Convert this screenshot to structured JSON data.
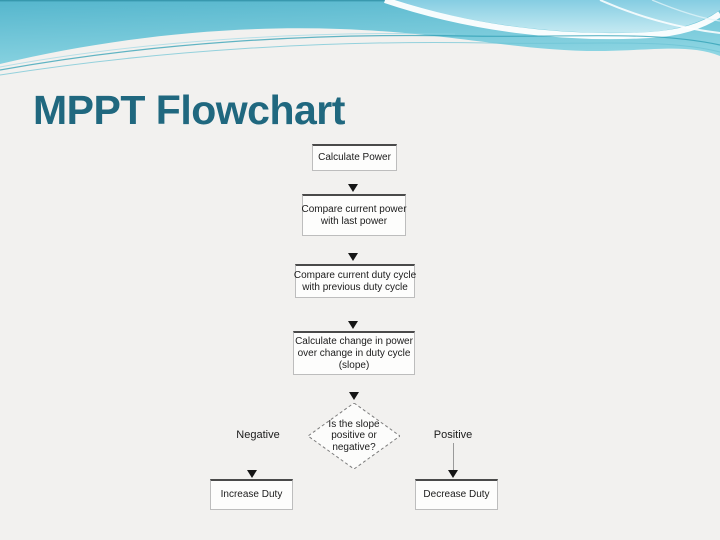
{
  "title": "MPPT Flowchart",
  "flowchart": {
    "nodes": [
      {
        "id": "calculate-power",
        "type": "process",
        "label": "Calculate Power",
        "lines": [
          "Calculate Power"
        ]
      },
      {
        "id": "compare-power",
        "type": "process",
        "label": "Compare current power with last power",
        "lines": [
          "Compare current power",
          "with last power"
        ]
      },
      {
        "id": "compare-duty-cycle",
        "type": "process",
        "label": "Compare current duty cycle with previous duty cycle",
        "lines": [
          "Compare current duty cycle",
          "with previous duty cycle"
        ]
      },
      {
        "id": "calculate-slope",
        "type": "process",
        "label": "Calculate change in power over change in duty cycle (slope)",
        "lines": [
          "Calculate change in power",
          "over change in duty cycle",
          "(slope)"
        ]
      },
      {
        "id": "slope-decision",
        "type": "decision",
        "label": "Is the slope positive or negative?",
        "lines": [
          "Is the slope",
          "positive or",
          "negative?"
        ]
      },
      {
        "id": "increase-duty",
        "type": "process",
        "label": "Increase Duty",
        "lines": [
          "Increase Duty"
        ]
      },
      {
        "id": "decrease-duty",
        "type": "process",
        "label": "Decrease Duty",
        "lines": [
          "Decrease Duty"
        ]
      }
    ],
    "edge_labels": {
      "negative": "Negative",
      "positive": "Positive"
    }
  },
  "icons": {
    "flow-arrow-down-icon": "▼"
  },
  "colors": {
    "title_text": "#20687f",
    "header_teal_top": "#55b6cd",
    "header_teal_bottom": "#9fdfe9",
    "header_sky_top": "#85cde2",
    "header_sky_bottom": "#c5eaf2",
    "accent_wave_line": "#2f9fb4",
    "node_border_dark": "#4a4a4a",
    "node_border_light": "#bdbdbd",
    "diamond_border": "#7d7d7d",
    "slide_background": "#f2f1ef"
  }
}
